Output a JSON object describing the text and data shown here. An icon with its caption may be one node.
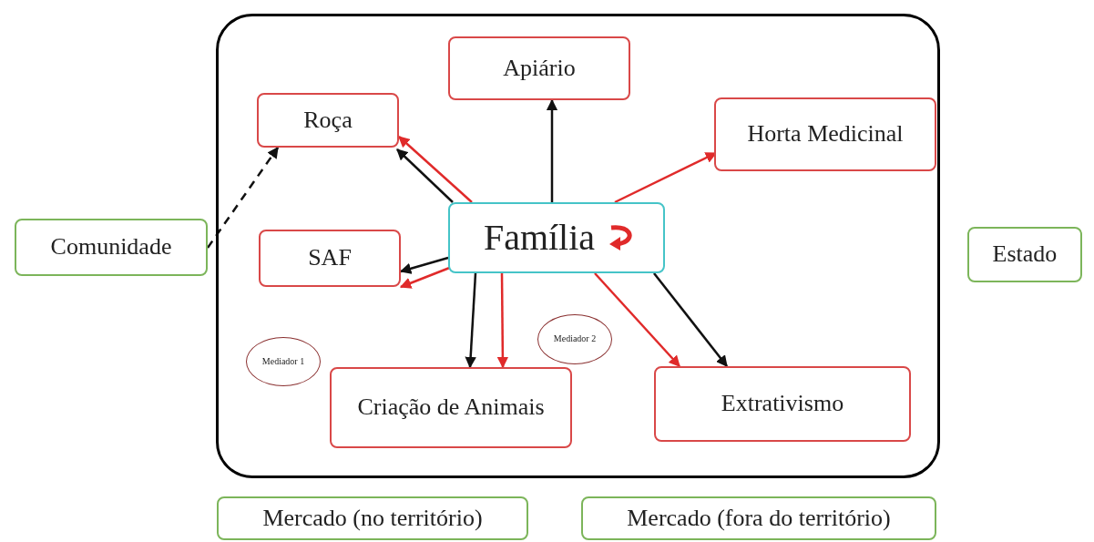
{
  "diagram": {
    "nodes": [
      {
        "text": [],
        "shape": "box"
      },
      {
        "text": [
          "Apiário"
        ],
        "in": 0
      },
      {
        "text": [
          "Roça"
        ],
        "in": 0
      },
      {
        "text": [
          "Horta Medicinal"
        ],
        "in": 0
      },
      {
        "text": [
          "Família"
        ],
        "in": 0
      },
      {
        "text": [
          "SAF"
        ],
        "in": 0
      },
      {
        "text": [
          "Mediador 1"
        ],
        "in": 0
      },
      {
        "text": [
          "Mediador 2"
        ],
        "in": 0
      },
      {
        "text": [
          "Criação de Animais"
        ],
        "in": 0
      },
      {
        "text": [
          "Extrativismo"
        ],
        "in": 0
      },
      {
        "text": [
          "Comunidade"
        ]
      },
      {
        "text": [
          "Estado"
        ]
      },
      {
        "text": [
          "Mercado (no território)"
        ]
      },
      {
        "text": [
          "Mercado (fora do território)"
        ]
      }
    ],
    "edges": [
      {
        "from": 4,
        "to": 1,
        "arrow": "to"
      },
      {
        "from": 4,
        "to": 2,
        "arrow": "to",
        "color": "#e02a2a"
      },
      {
        "from": 4,
        "to": 2,
        "arrow": "to"
      },
      {
        "from": 4,
        "to": 3,
        "arrow": "to",
        "color": "#e02a2a"
      },
      {
        "from": 4,
        "to": 5,
        "arrow": "to"
      },
      {
        "from": 4,
        "to": 5,
        "arrow": "to",
        "color": "#e02a2a"
      },
      {
        "from": 4,
        "to": 8,
        "arrow": "to"
      },
      {
        "from": 4,
        "to": 8,
        "arrow": "to",
        "color": "#e02a2a"
      },
      {
        "from": 4,
        "to": 9,
        "arrow": "to",
        "color": "#e02a2a"
      },
      {
        "from": 4,
        "to": 9,
        "arrow": "to"
      },
      {
        "from": 10,
        "to": 2,
        "arrow": "to",
        "style": "dashed"
      }
    ]
  }
}
